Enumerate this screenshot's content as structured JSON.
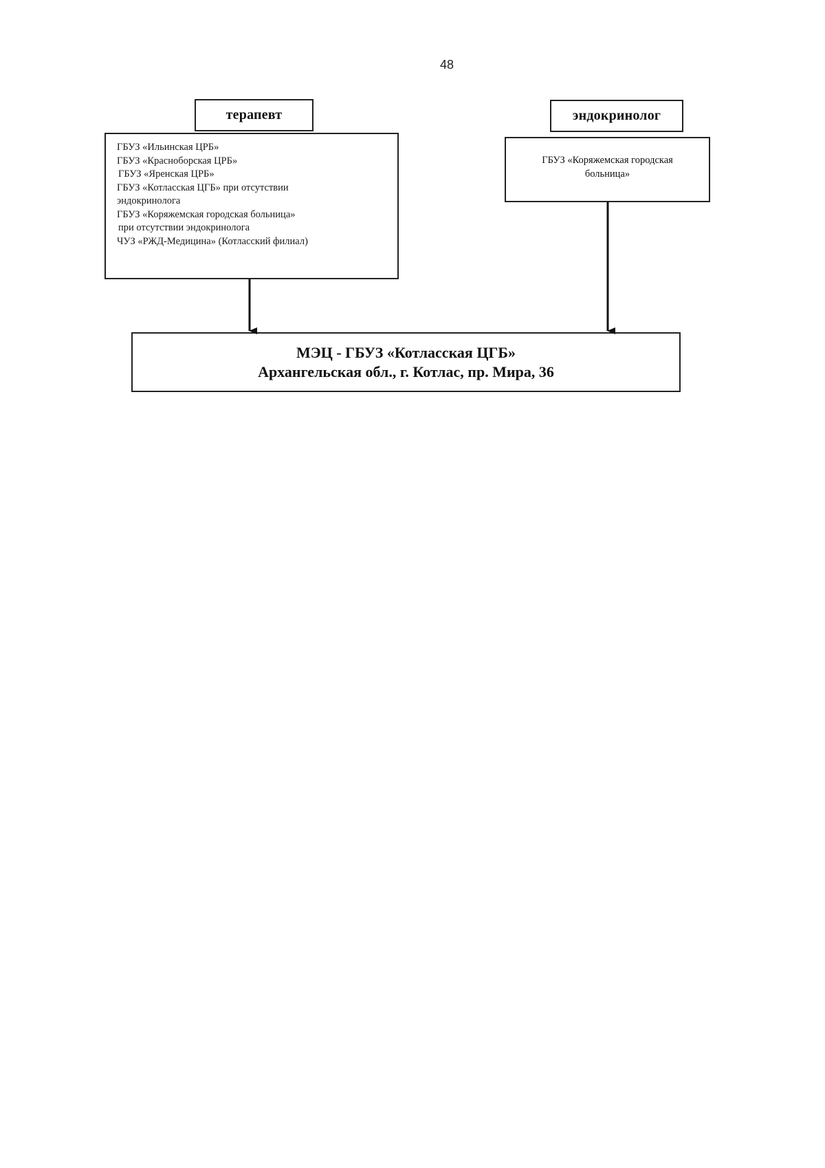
{
  "page": {
    "number": "48"
  },
  "therapist": {
    "header": "терапевт",
    "items": [
      "ГБУЗ «Ильинская ЦРБ»",
      "ГБУЗ «Красноборская ЦРБ»",
      "ГБУЗ «Яренская ЦРБ»",
      "ГБУЗ «Котласская ЦГБ» при отсутствии",
      "эндокринолога",
      "ГБУЗ «Коряжемская городская больница»",
      "при отсутствии эндокринолога",
      "ЧУЗ «РЖД-Медицина» (Котласский филиал)"
    ]
  },
  "endocrinologist": {
    "header": "эндокринолог",
    "org": "ГБУЗ «Коряжемская городская\nбольница»"
  },
  "destination": {
    "line1": "МЭЦ - ГБУЗ «Котласская ЦГБ»",
    "line2": "Архангельская обл., г. Котлас, пр. Мира, 36"
  }
}
